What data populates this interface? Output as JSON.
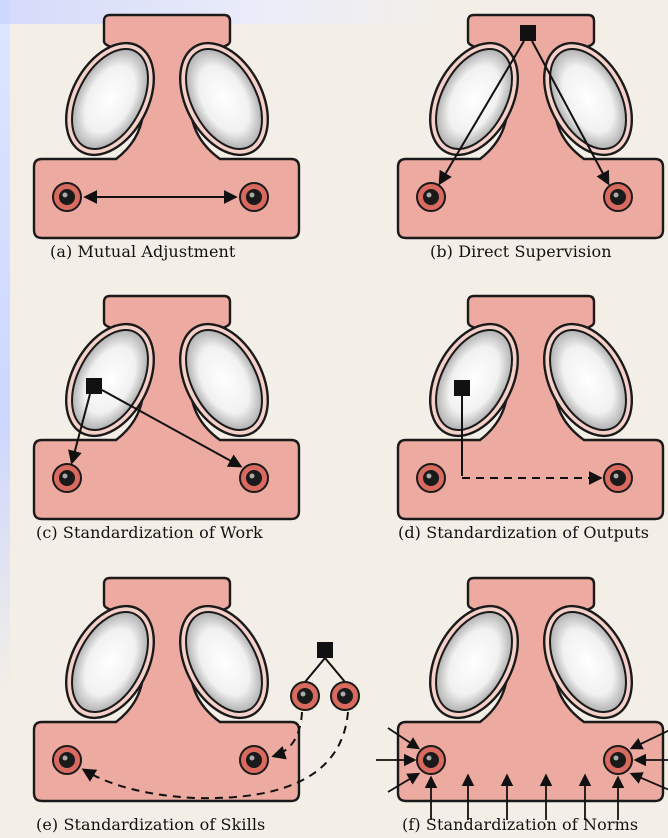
{
  "panels": [
    {
      "id": "a",
      "caption": "(a) Mutual Adjustment"
    },
    {
      "id": "b",
      "caption": "(b) Direct Supervision"
    },
    {
      "id": "c",
      "caption": "(c) Standardization of Work"
    },
    {
      "id": "d",
      "caption": "(d) Standardization of Outputs"
    },
    {
      "id": "e",
      "caption": "(e) Standardization of Skills"
    },
    {
      "id": "f",
      "caption": "(f) Standardization of Norms"
    }
  ],
  "colors": {
    "body_fill": "#ecaaa0",
    "outline": "#1a1a1a",
    "ellipse_fill": "#b8b8b8",
    "operator_ring": "#c0392b",
    "background": "#f4efe6"
  }
}
